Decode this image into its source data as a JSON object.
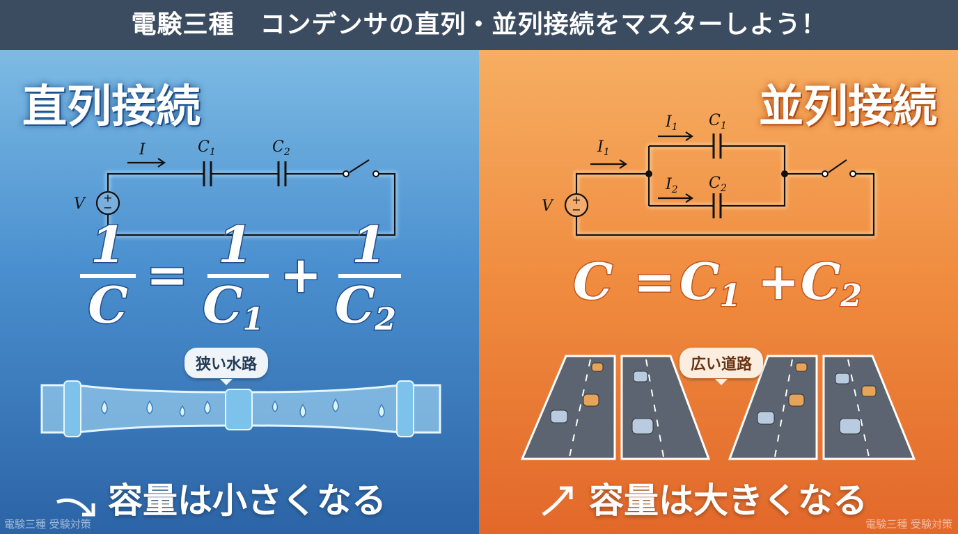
{
  "header": {
    "title": "電験三種　コンデンサの直列・並列接続をマスターしよう！"
  },
  "series": {
    "title": "直列接続",
    "circuit": {
      "voltage": "V",
      "current": "I",
      "c1": "C",
      "c2": "C",
      "sub1": "1",
      "sub2": "2"
    },
    "formula": {
      "one": "1",
      "c": "C",
      "equals": "=",
      "plus": "+",
      "sub1": "1",
      "sub2": "2"
    },
    "analogy": "狭い水路",
    "result": "容量は小さくなる",
    "watermark": "電験三種 受験対策"
  },
  "parallel": {
    "title": "並列接続",
    "circuit": {
      "voltage": "V",
      "current": "I",
      "c": "C",
      "sub1": "1",
      "sub2": "2"
    },
    "formula": {
      "c": "C",
      "equals": "=",
      "plus": "+",
      "sub1": "1",
      "sub2": "2"
    },
    "analogy": "広い道路",
    "result": "容量は大きくなる",
    "watermark": "電験三種 受験対策"
  },
  "colors": {
    "header": "#3b4b60",
    "series_bg": "#4a8fcf",
    "parallel_bg": "#ef8a3e"
  }
}
